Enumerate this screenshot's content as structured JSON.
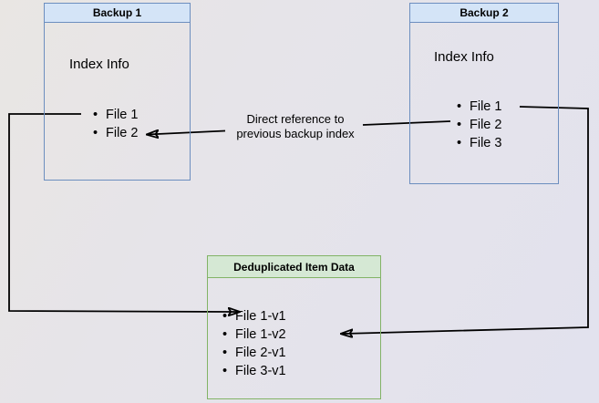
{
  "diagram": {
    "background_from": "#e9e6e3",
    "background_to": "#e2e2ee",
    "line_color": "#000000"
  },
  "backup1": {
    "title": "Backup 1",
    "index_label": "Index Info",
    "files": [
      "File 1",
      "File 2"
    ],
    "header_fill": "#d4e4f7",
    "border_color": "#6c8ebf"
  },
  "backup2": {
    "title": "Backup 2",
    "index_label": "Index Info",
    "files": [
      "File 1",
      "File 2",
      "File 3"
    ],
    "header_fill": "#d4e4f7",
    "border_color": "#6c8ebf"
  },
  "dedup": {
    "title": "Deduplicated Item Data",
    "files": [
      "File 1-v1",
      "File 1-v2",
      "File 2-v1",
      "File 3-v1"
    ],
    "header_fill": "#d5e8d4",
    "border_color": "#82b366"
  },
  "annotation": {
    "line1": "Direct reference to",
    "line2": "previous backup index"
  }
}
